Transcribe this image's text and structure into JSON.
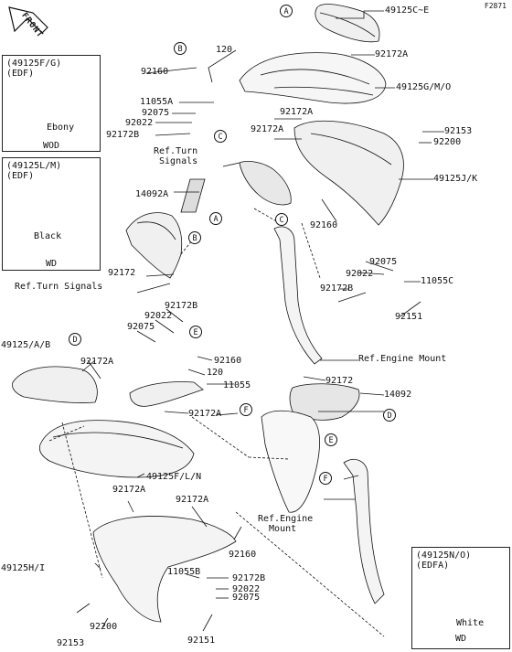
{
  "diagram_ref": "F2871",
  "front_label": "FRONT",
  "insets": {
    "ebony": {
      "head": "(49125F/G)\n(EDF)",
      "body_label": "Ebony",
      "foot": "WOD"
    },
    "black": {
      "head": "(49125L/M)\n(EDF)",
      "body_label": "Black",
      "foot": "WD"
    },
    "white": {
      "head": "(49125N/O)\n(EDFA)",
      "body_label": "White",
      "foot": "WD"
    }
  },
  "callouts": {
    "A": "A",
    "B": "B",
    "C": "C",
    "D": "D",
    "E": "E",
    "F": "F"
  },
  "parts": {
    "p49125CE": "49125C~E",
    "p92172A_1": "92172A",
    "p120_top": "120",
    "p92160_top": "92160",
    "p49125GMO": "49125G/M/O",
    "p11055A": "11055A",
    "p92075_top": "92075",
    "p92022_top": "92022",
    "p92172B_top": "92172B",
    "p92172A_2": "92172A",
    "p92172A_3": "92172A",
    "p92153_top": "92153",
    "p92200_top": "92200",
    "p49125JK": "49125J/K",
    "p14092A": "14092A",
    "p92160_mid": "92160",
    "p92172": "92172",
    "p92075_right": "92075",
    "p92022_right": "92022",
    "p11055C": "11055C",
    "p92172B_right": "92172B",
    "p92151_right": "92151",
    "p92172B_center": "92172B",
    "p92022_center": "92022",
    "p92075_center": "92075",
    "p49125AB": "49125/A/B",
    "p92172A_left": "92172A",
    "p92160_center": "92160",
    "p120_center": "120",
    "p11055": "11055",
    "p92172A_center": "92172A",
    "p92172_right": "92172",
    "p14092": "14092",
    "p49125FLN": "49125F/L/N",
    "p92172A_low1": "92172A",
    "p92172A_low2": "92172A",
    "p92160_low": "92160",
    "p49125HI": "49125H/I",
    "p11055B": "11055B",
    "p92172B_low": "92172B",
    "p92022_low": "92022",
    "p92075_low": "92075",
    "p92200_low": "92200",
    "p92153_low": "92153",
    "p92151_low": "92151"
  },
  "refs": {
    "turn_signals_1": "Ref.Turn\n Signals",
    "turn_signals_2": "Ref.Turn Signals",
    "engine_mount_1": "Ref.Engine Mount",
    "engine_mount_2": "Ref.Engine\n  Mount"
  }
}
